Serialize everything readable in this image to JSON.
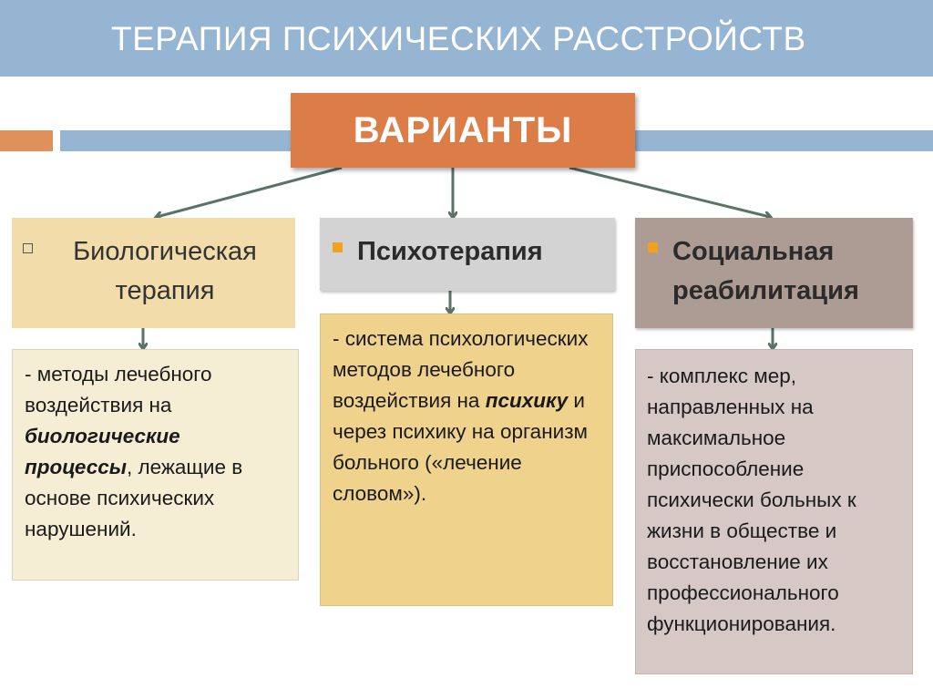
{
  "slide": {
    "title": "ТЕРАПИЯ ПСИХИЧЕСКИХ РАССТРОЙСТВ",
    "root_label": "ВАРИАНТЫ"
  },
  "colors": {
    "title_bar": "#96b5d2",
    "root_box": "#dc7c46",
    "accent_stripe": "#e0905a",
    "bullet": "#f0a21e",
    "arrow": "#5a7367"
  },
  "branches": {
    "bio": {
      "heading": "Биологическая терапия",
      "text_before": "- методы лечебного воздействия на ",
      "emphasis": "биологические процессы",
      "text_after": ", лежащие в основе психических нарушений."
    },
    "psy": {
      "heading": "Психотерапия",
      "text_before": "- система психологических методов лечебного воздействия на ",
      "emphasis": "психику",
      "text_after": " и через психику на организм больного («лечение словом»)."
    },
    "soc": {
      "heading": "Социальная реабилитация",
      "text": "- комплекс мер, направленных на максимальное приспособление психически больных к жизни в обществе и восстановление их профессионального функционирования."
    }
  }
}
